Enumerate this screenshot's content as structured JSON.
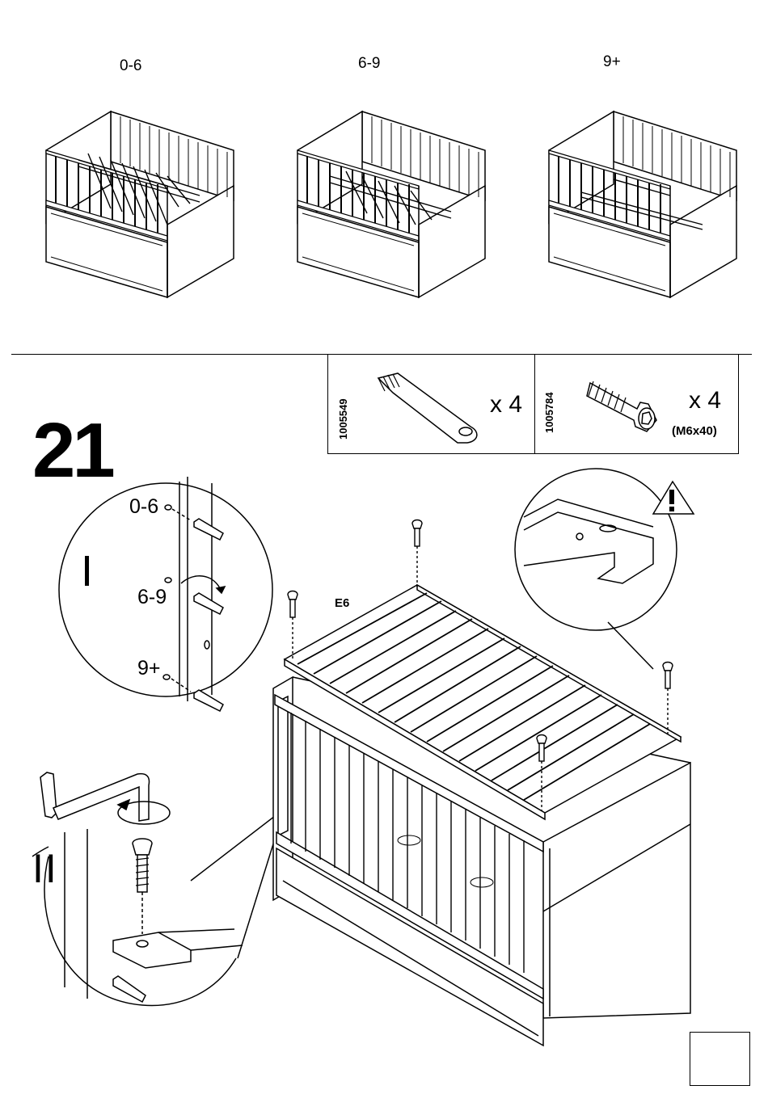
{
  "ages_top": [
    "0-6",
    "6-9",
    "9+"
  ],
  "step": {
    "number": "21"
  },
  "parts": [
    {
      "code": "1005549",
      "quantity": "x 4",
      "icon": "cam-bolt-icon"
    },
    {
      "code": "1005784",
      "quantity": "x 4",
      "spec": "(M6x40)",
      "icon": "screw-icon"
    }
  ],
  "detail_one": {
    "roman": "I",
    "ages": [
      "0-6",
      "6-9",
      "9+"
    ]
  },
  "detail_two": {
    "roman": "II"
  },
  "panel_label": "E6",
  "warning_icon": "warning-icon"
}
